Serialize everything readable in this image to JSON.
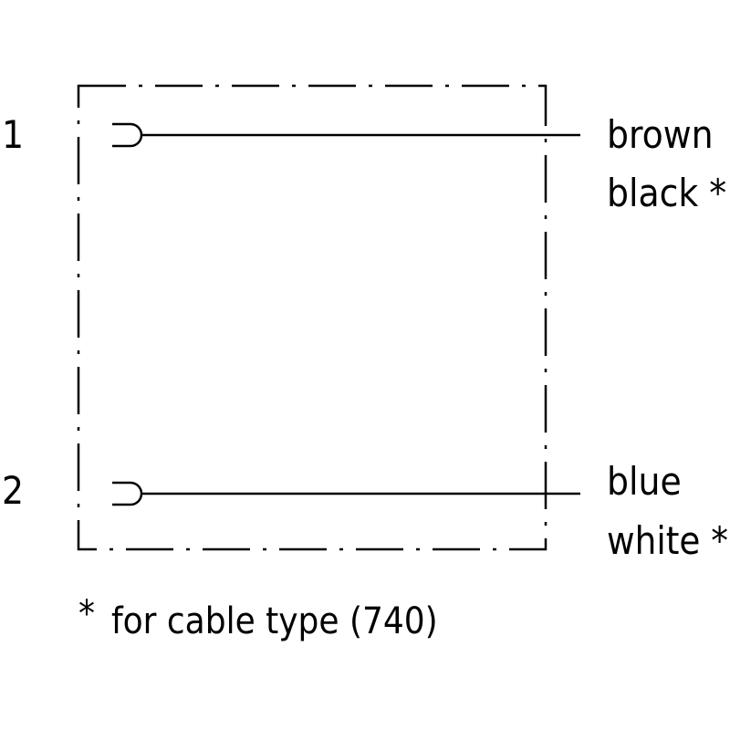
{
  "pins": [
    {
      "number": "1",
      "wire_labels": [
        "brown",
        "black *"
      ]
    },
    {
      "number": "2",
      "wire_labels": [
        "blue",
        "white *"
      ]
    }
  ],
  "footnote": {
    "marker": "*",
    "text": "for cable type (740)"
  },
  "colors": {
    "line": "#000000",
    "background": "#ffffff"
  }
}
